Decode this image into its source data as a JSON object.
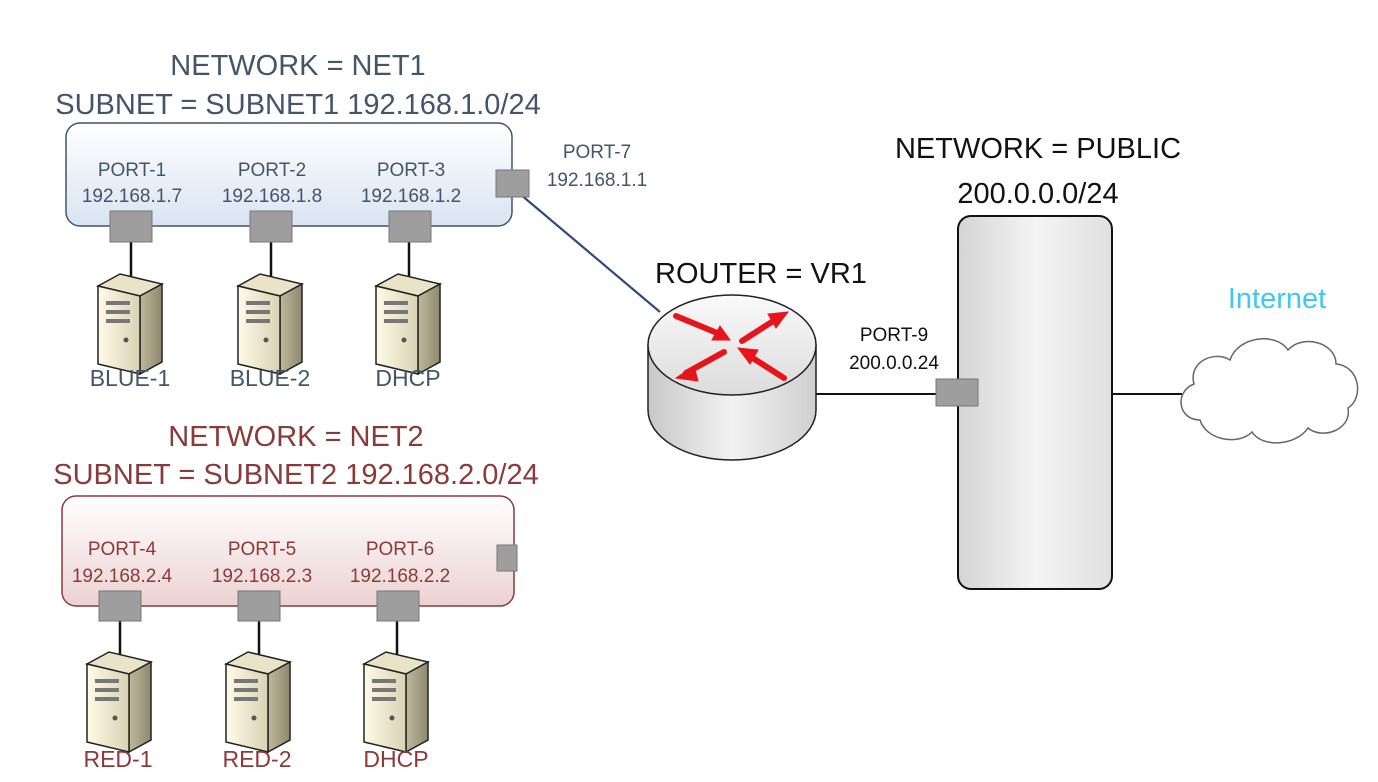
{
  "net1": {
    "title": "NETWORK = NET1",
    "subnet": "SUBNET = SUBNET1 192.168.1.0/24",
    "ports": [
      {
        "name": "PORT-1",
        "ip": "192.168.1.7"
      },
      {
        "name": "PORT-2",
        "ip": "192.168.1.8"
      },
      {
        "name": "PORT-3",
        "ip": "192.168.1.2"
      }
    ],
    "hosts": [
      "BLUE-1",
      "BLUE-2",
      "DHCP"
    ],
    "router_port": {
      "name": "PORT-7",
      "ip": "192.168.1.1"
    }
  },
  "net2": {
    "title": "NETWORK = NET2",
    "subnet": "SUBNET = SUBNET2 192.168.2.0/24",
    "ports": [
      {
        "name": "PORT-4",
        "ip": "192.168.2.4"
      },
      {
        "name": "PORT-5",
        "ip": "192.168.2.3"
      },
      {
        "name": "PORT-6",
        "ip": "192.168.2.2"
      }
    ],
    "hosts": [
      "RED-1",
      "RED-2",
      "DHCP"
    ]
  },
  "router": {
    "label": "ROUTER = VR1"
  },
  "public": {
    "title": "NETWORK = PUBLIC",
    "cidr": "200.0.0.0/24",
    "port": {
      "name": "PORT-9",
      "ip": "200.0.0.24"
    }
  },
  "internet": {
    "label": "Internet"
  },
  "colors": {
    "net1_text": "#44546a",
    "net2_text": "#8b3a3a",
    "internet_text": "#41c8f0",
    "router_arrows": "#e8141c",
    "port_square": "#9e9e9e"
  },
  "icons": {
    "host": "server-tower-icon",
    "router": "router-icon",
    "cloud": "cloud-icon"
  }
}
